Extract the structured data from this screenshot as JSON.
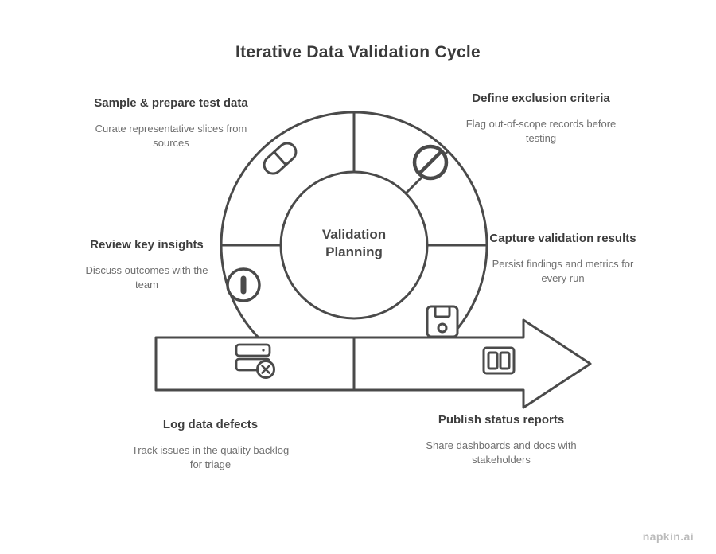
{
  "title": "Iterative Data Validation Cycle",
  "center": {
    "line1": "Validation",
    "line2": "Planning"
  },
  "steps": [
    {
      "id": "top-left",
      "icon": "pill-icon",
      "heading": "Sample & prepare test data",
      "description": "Curate representative slices from sources"
    },
    {
      "id": "top-right",
      "icon": "ban-icon",
      "heading": "Define exclusion criteria",
      "description": "Flag out-of-scope records before testing"
    },
    {
      "id": "right",
      "icon": "save-icon",
      "heading": "Capture validation results",
      "description": "Persist findings and metrics for every run"
    },
    {
      "id": "left",
      "icon": "info-icon",
      "heading": "Review key insights",
      "description": "Discuss outcomes with the team"
    },
    {
      "id": "bottom-left",
      "icon": "server-error-icon",
      "heading": "Log data defects",
      "description": "Track issues in the quality backlog for triage"
    },
    {
      "id": "bottom-right",
      "icon": "window-icon",
      "heading": "Publish status reports",
      "description": "Share dashboards and docs with stakeholders"
    }
  ],
  "colors": {
    "stroke": "#4a4a4a",
    "heading_text": "#3d3d3d",
    "description_text": "#6f6f6f",
    "background": "#ffffff"
  },
  "watermark": "napkin.ai"
}
